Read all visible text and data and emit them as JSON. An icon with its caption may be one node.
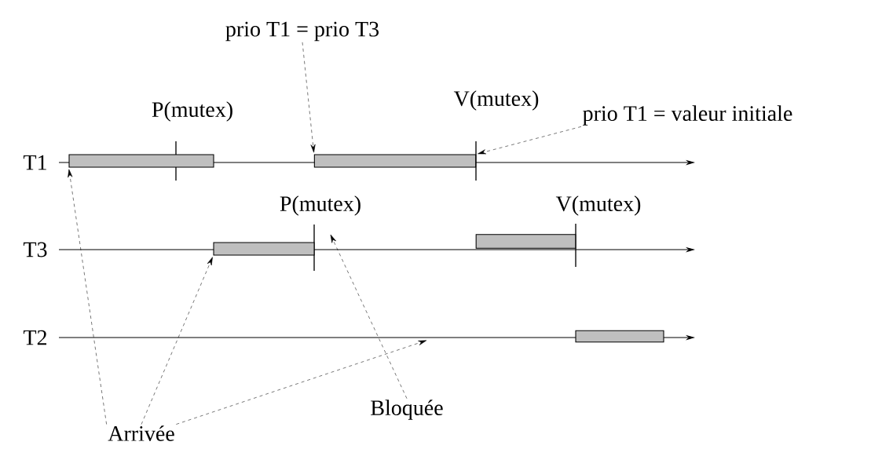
{
  "diagram": {
    "nodes": [
      {
        "text": [
          "prio T1 = prio T3"
        ]
      },
      {
        "text": [
          "prio T1 = valeur initiale"
        ]
      },
      {
        "text": [],
        "shape": "bar"
      },
      {
        "text": [],
        "shape": "bar"
      },
      {
        "text": [],
        "shape": "bar"
      },
      {
        "text": [],
        "shape": "bar"
      },
      {
        "text": [],
        "shape": "bar"
      },
      {
        "text": [
          "Arrivée"
        ]
      },
      {
        "text": [
          "Bloquée"
        ]
      }
    ],
    "edges": [
      {
        "from": 0,
        "to": 3,
        "arrow": "to",
        "style": "dashed"
      },
      {
        "from": 1,
        "to": 3,
        "arrow": "to",
        "style": "dashed"
      },
      {
        "from": 7,
        "to": 2,
        "arrow": "to",
        "style": "dashed"
      },
      {
        "from": 7,
        "to": 4,
        "arrow": "to",
        "style": "dashed"
      },
      {
        "from": 7,
        "to": null,
        "arrow": "to",
        "style": "dashed"
      },
      {
        "from": 8,
        "to": null,
        "arrow": "to",
        "style": "dashed"
      }
    ],
    "labels": [
      "P(mutex)",
      "V(mutex)",
      "T1",
      "P(mutex)",
      "V(mutex)",
      "T3",
      "T2"
    ]
  }
}
